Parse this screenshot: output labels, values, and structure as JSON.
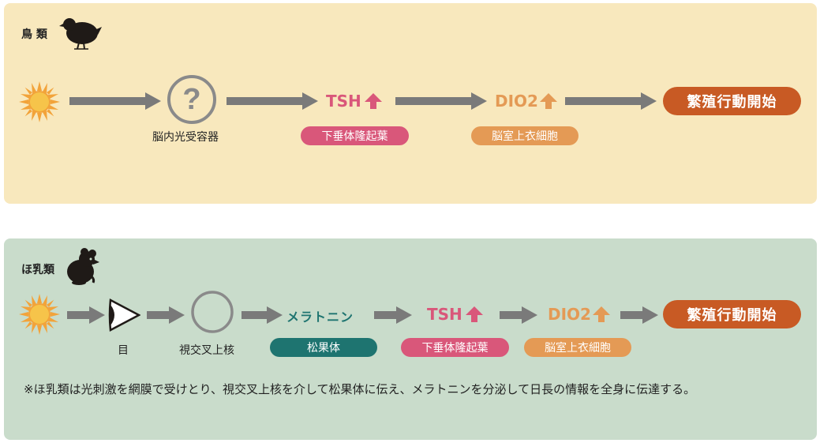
{
  "bird": {
    "title": "鳥 類",
    "receptor_label": "脳内光受容器",
    "tsh": "TSH",
    "tsh_site": "下垂体隆起葉",
    "dio2": "DIO2",
    "dio2_site": "脳室上衣細胞",
    "result": "繁殖行動開始"
  },
  "mammal": {
    "title": "ほ乳類",
    "eye_label": "目",
    "scn_label": "視交叉上核",
    "melatonin": "メラトニン",
    "pineal": "松果体",
    "tsh": "TSH",
    "tsh_site": "下垂体隆起葉",
    "dio2": "DIO2",
    "dio2_site": "脳室上衣細胞",
    "result": "繁殖行動開始",
    "note": "※ほ乳類は光刺激を網膜で受けとり、視交叉上核を介して松果体に伝え、メラトニンを分泌して日長の情報を全身に伝達する。"
  },
  "colors": {
    "bird_bg": "#f8e8bd",
    "mammal_bg": "#c9dccb",
    "arrow": "#7a7a7a",
    "pink": "#d9577a",
    "orange": "#e49a55",
    "teal": "#1e7470",
    "result": "#c85a24",
    "sun": "#f2a33a"
  }
}
